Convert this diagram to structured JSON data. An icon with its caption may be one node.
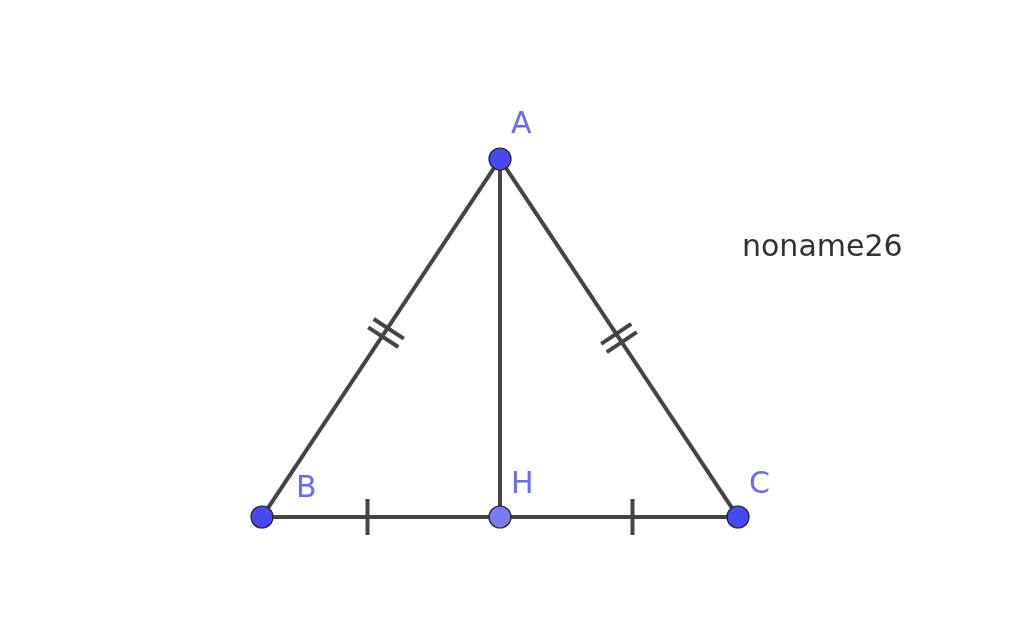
{
  "diagram": {
    "nodes": [
      {
        "text": [],
        "shape": "circle",
        "beside": [
          "A"
        ]
      },
      {
        "text": [],
        "shape": "circle",
        "beside": [
          "B"
        ]
      },
      {
        "text": [],
        "shape": "circle",
        "beside": [
          "H"
        ]
      },
      {
        "text": [],
        "shape": "circle",
        "beside": [
          "C"
        ]
      }
    ],
    "edges": [
      {
        "from": 0,
        "to": 1,
        "arrow": "none"
      },
      {
        "from": 0,
        "to": 3,
        "arrow": "none"
      },
      {
        "from": 0,
        "to": 2,
        "arrow": "none"
      },
      {
        "from": 1,
        "to": 2,
        "arrow": "none"
      },
      {
        "from": 2,
        "to": 3,
        "arrow": "none"
      }
    ],
    "labels": [
      "noname26"
    ]
  }
}
